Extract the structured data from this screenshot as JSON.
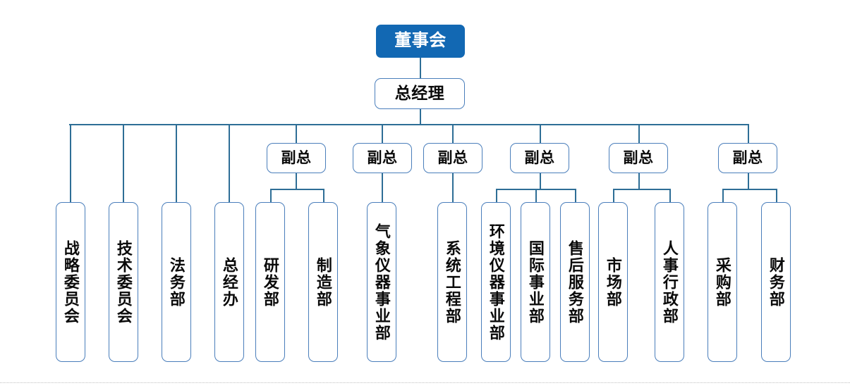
{
  "chart": {
    "type": "org-chart",
    "title": "",
    "colors": {
      "root_fill": "#1268B3",
      "root_text": "#FFFFFF",
      "node_border": "#4A7EBB",
      "node_fill": "#FFFFFF",
      "node_text": "#0A0A0A",
      "connector": "#2E6E96",
      "background": "#FFFFFF",
      "bottom_rule": "#BFBFBF"
    },
    "levels": [
      {
        "level": 1,
        "nodes": [
          {
            "id": "board",
            "label": "董事会",
            "style": "filled"
          }
        ]
      },
      {
        "level": 2,
        "nodes": [
          {
            "id": "gm",
            "label": "总经理",
            "style": "outline"
          }
        ]
      },
      {
        "level": 3,
        "nodes": [
          {
            "id": "vp1",
            "label": "副总",
            "style": "outline"
          },
          {
            "id": "vp2",
            "label": "副总",
            "style": "outline"
          },
          {
            "id": "vp3",
            "label": "副总",
            "style": "outline"
          },
          {
            "id": "vp4",
            "label": "副总",
            "style": "outline"
          },
          {
            "id": "vp5",
            "label": "副总",
            "style": "outline"
          },
          {
            "id": "vp6",
            "label": "副总",
            "style": "outline"
          }
        ]
      },
      {
        "level": 4,
        "nodes": [
          {
            "id": "d01",
            "label": "战略委员会",
            "parent": "gm",
            "orientation": "vertical"
          },
          {
            "id": "d02",
            "label": "技术委员会",
            "parent": "gm",
            "orientation": "vertical"
          },
          {
            "id": "d03",
            "label": "法务部",
            "parent": "gm",
            "orientation": "vertical"
          },
          {
            "id": "d04",
            "label": "总经办",
            "parent": "gm",
            "orientation": "vertical"
          },
          {
            "id": "d05",
            "label": "研发部",
            "parent": "vp1",
            "orientation": "vertical"
          },
          {
            "id": "d06",
            "label": "制造部",
            "parent": "vp1",
            "orientation": "vertical"
          },
          {
            "id": "d07",
            "label": "气象仪器事业部",
            "parent": "vp2",
            "orientation": "vertical"
          },
          {
            "id": "d08",
            "label": "系统工程部",
            "parent": "vp3",
            "orientation": "vertical"
          },
          {
            "id": "d09",
            "label": "环境仪器事业部",
            "parent": "vp4",
            "orientation": "vertical"
          },
          {
            "id": "d10",
            "label": "国际事业部",
            "parent": "vp4",
            "orientation": "vertical"
          },
          {
            "id": "d11",
            "label": "售后服务部",
            "parent": "vp4",
            "orientation": "vertical"
          },
          {
            "id": "d12",
            "label": "市场部",
            "parent": "vp5",
            "orientation": "vertical"
          },
          {
            "id": "d13",
            "label": "人事行政部",
            "parent": "vp5",
            "orientation": "vertical"
          },
          {
            "id": "d14",
            "label": "采购部",
            "parent": "vp6",
            "orientation": "vertical"
          },
          {
            "id": "d15",
            "label": "财务部",
            "parent": "vp6",
            "orientation": "vertical"
          }
        ]
      }
    ]
  },
  "nodes": {
    "board": "董事会",
    "gm": "总经理",
    "vp1": "副总",
    "vp2": "副总",
    "vp3": "副总",
    "vp4": "副总",
    "vp5": "副总",
    "vp6": "副总",
    "d01": "战略委员会",
    "d02": "技术委员会",
    "d03": "法务部",
    "d04": "总经办",
    "d05": "研发部",
    "d06": "制造部",
    "d07": "气象仪器事业部",
    "d08": "系统工程部",
    "d09": "环境仪器事业部",
    "d10": "国际事业部",
    "d11": "售后服务部",
    "d12": "市场部",
    "d13": "人事行政部",
    "d14": "采购部",
    "d15": "财务部"
  }
}
